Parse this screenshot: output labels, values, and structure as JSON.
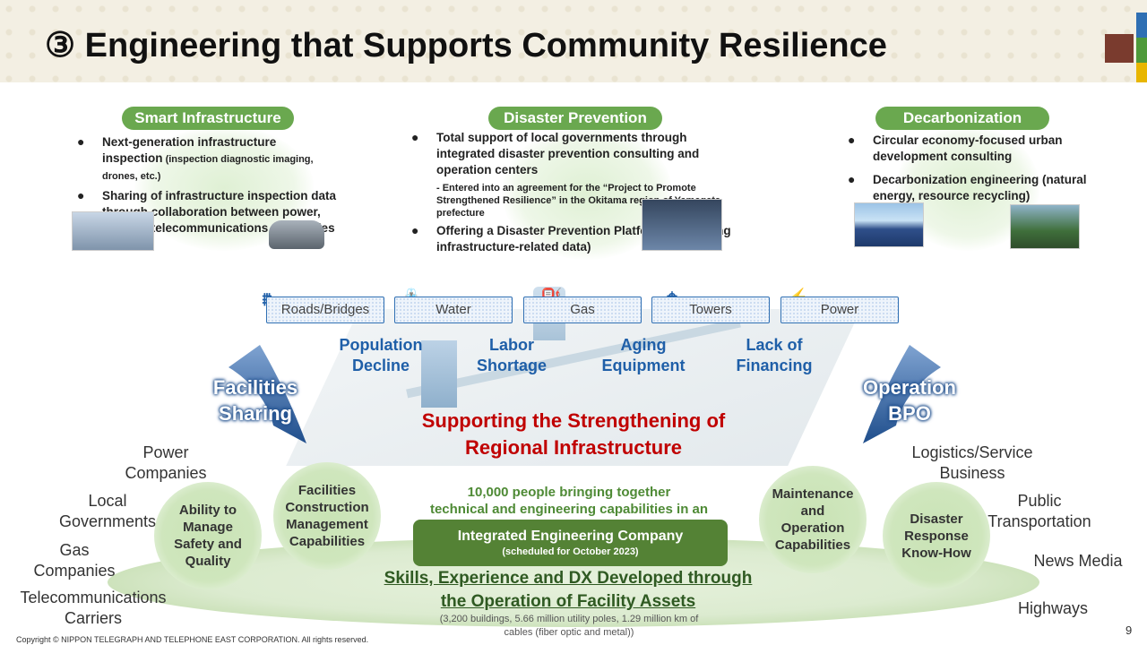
{
  "header": {
    "title_num": "③",
    "title": "Engineering that Supports Community Resilience"
  },
  "brand_colors": {
    "brown": "#7a3b2e",
    "blue": "#2f6fb3",
    "green": "#4e9a3a",
    "yellow": "#e8b600"
  },
  "smart": {
    "label": "Smart Infrastructure",
    "b1_main": "Next-generation infrastructure inspection",
    "b1_small": " (inspection diagnostic imaging, drones, etc.)",
    "b2": "Sharing of infrastructure inspection data through collaboration between power, gas and telecommunications companies"
  },
  "disaster": {
    "label": "Disaster Prevention",
    "b1": "Total support of local governments through integrated disaster prevention consulting and operation centers",
    "note": "- Entered into an agreement for the “Project to Promote Strengthened Resilience” in the Okitama region of Yamagata prefecture",
    "b2": "Offering a Disaster Prevention Platform (leveraging infrastructure-related data)"
  },
  "decarb": {
    "label": "Decarbonization",
    "b1": "Circular economy-focused urban development consulting",
    "b2": "Decarbonization engineering (natural energy, resource recycling)"
  },
  "categories": [
    {
      "label": "Roads/Bridges",
      "icon": "bridge-icon"
    },
    {
      "label": "Water",
      "icon": "faucet-icon"
    },
    {
      "label": "Gas",
      "icon": "gas-pump-icon"
    },
    {
      "label": "Towers",
      "icon": "tower-icon"
    },
    {
      "label": "Power",
      "icon": "power-icon"
    }
  ],
  "challenges": [
    "Population\nDecline",
    "Labor\nShortage",
    "Aging\nEquipment",
    "Lack of\nFinancing"
  ],
  "left_head": "Facilities\nSharing",
  "right_head": "Operation\nBPO",
  "center_title": "Supporting the Strengthening of\nRegional Infrastructure",
  "left_parties": [
    "Power\nCompanies",
    "Local\nGovernments",
    "Gas\nCompanies",
    "Telecommunications\nCarriers"
  ],
  "right_parties": [
    "Logistics/Service\nBusiness",
    "Public\nTransportation",
    "News Media",
    "Highways"
  ],
  "capabilities": [
    "Ability to\nManage\nSafety and\nQuality",
    "Facilities\nConstruction\nManagement\nCapabilities",
    "Maintenance\nand\nOperation\nCapabilities",
    "Disaster\nResponse\nKnow-How"
  ],
  "people_text": "10,000 people bringing together\ntechnical and engineering capabilities in an",
  "company": {
    "name": "Integrated Engineering Company",
    "schedule": "(scheduled for October 2023)"
  },
  "skills": {
    "line1": "Skills, Experience and DX Developed through",
    "line2": "the Operation of Facility Assets",
    "sub": "(3,200 buildings, 5.66 million utility poles, 1.29 million km of\ncables (fiber optic and metal))"
  },
  "footer": {
    "copyright": "Copyright © NIPPON TELEGRAPH AND TELEPHONE EAST CORPORATION. All rights reserved.",
    "page": "9"
  }
}
